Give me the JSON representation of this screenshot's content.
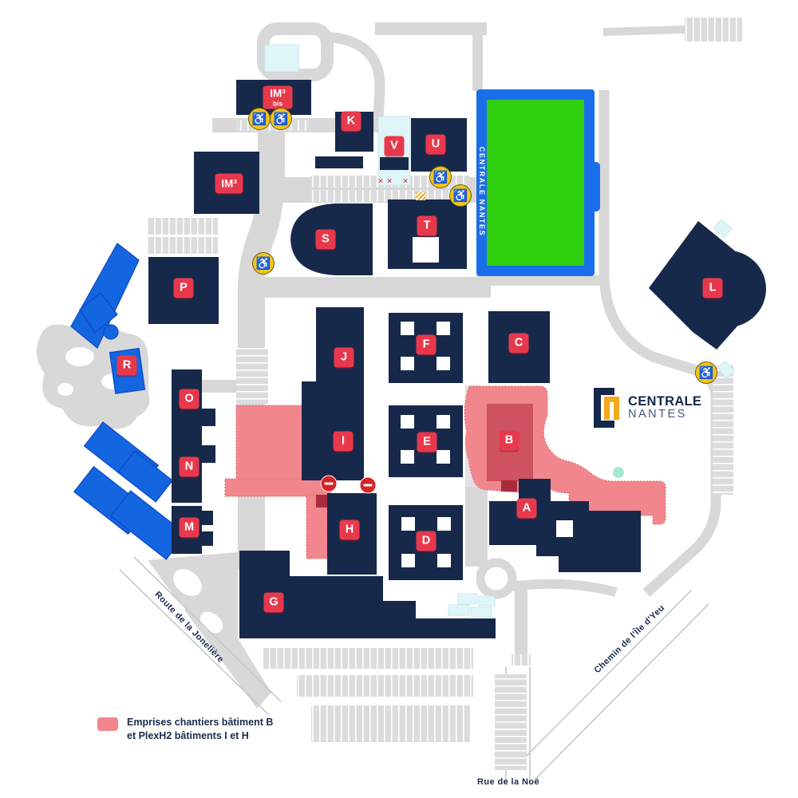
{
  "map": {
    "field_label": "CENTRALE NANTES",
    "logo": {
      "line1": "CENTRALE",
      "line2": "NANTES"
    },
    "streets": [
      {
        "name": "Route de la Jonelière"
      },
      {
        "name": "Chemin de l'Île d'Yeu"
      },
      {
        "name": "Rue de la Noë"
      }
    ],
    "legend": {
      "line1": "Emprises chantiers bâtiment B",
      "line2": "et PlexH2 bâtiments I et H",
      "swatch_color": "#F1878D"
    },
    "badges": {
      "a": {
        "label": "A"
      },
      "b": {
        "label": "B"
      },
      "c": {
        "label": "C"
      },
      "d": {
        "label": "D"
      },
      "e": {
        "label": "E"
      },
      "f": {
        "label": "F"
      },
      "g": {
        "label": "G"
      },
      "h": {
        "label": "H"
      },
      "i": {
        "label": "I"
      },
      "j": {
        "label": "J"
      },
      "k": {
        "label": "K"
      },
      "l": {
        "label": "L"
      },
      "m": {
        "label": "M"
      },
      "n": {
        "label": "N"
      },
      "o": {
        "label": "O"
      },
      "p": {
        "label": "P"
      },
      "r": {
        "label": "R"
      },
      "s": {
        "label": "S"
      },
      "t": {
        "label": "T"
      },
      "u": {
        "label": "U"
      },
      "v": {
        "label": "V"
      },
      "im3": {
        "label": "IM³"
      },
      "im3bis": {
        "label": "IM³",
        "sub": "bis"
      }
    },
    "icons": {
      "wheelchair_glyph": "♿",
      "x_glyph": "✕"
    },
    "colors": {
      "building_navy": "#17294B",
      "badge_red": "#E8394C",
      "construction_pink": "#F1878D",
      "construction_dark": "#CE5260",
      "field_green": "#2FCF10",
      "field_border_blue": "#1A6EEA",
      "residence_blue": "#1465E0",
      "road_gray": "#D8D8D8",
      "pool_cyan": "#DFF6F8",
      "accessibility_yellow": "#F3C41D"
    }
  }
}
